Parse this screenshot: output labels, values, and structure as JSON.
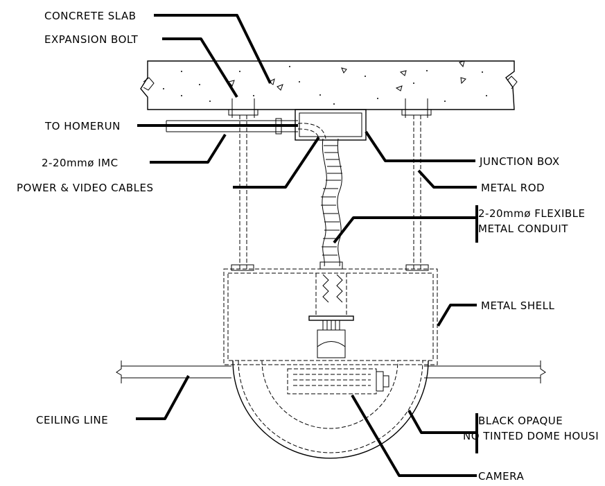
{
  "labels": {
    "concrete_slab": "CONCRETE SLAB",
    "expansion_bolt": "EXPANSION BOLT",
    "to_homerun": "TO HOMERUN",
    "imc": "2-20mmø IMC",
    "power_video": "POWER & VIDEO CABLES",
    "junction_box": "JUNCTION BOX",
    "metal_rod": "METAL ROD",
    "flex_conduit_1": "2-20mmø FLEXIBLE",
    "flex_conduit_2": "METAL CONDUIT",
    "metal_shell": "METAL SHELL",
    "ceiling_line": "CEILING LINE",
    "dome_1": "BLACK OPAQUE",
    "dome_2": "NO TINTED DOME HOUSI",
    "camera": "CAMERA"
  }
}
